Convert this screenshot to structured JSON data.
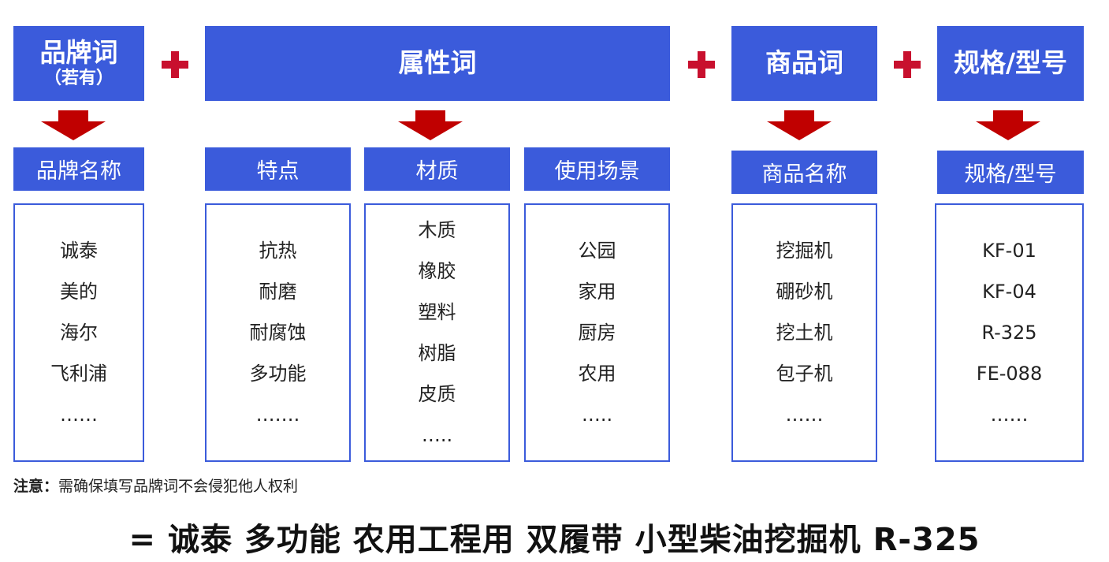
{
  "headers": {
    "brand": {
      "title": "品牌词",
      "sub": "（若有）"
    },
    "attribute": {
      "title": "属性词"
    },
    "product": {
      "title": "商品词"
    },
    "spec": {
      "title": "规格/型号"
    }
  },
  "categories": {
    "brand_name": "品牌名称",
    "feature": "特点",
    "material": "材质",
    "scenario": "使用场景",
    "product_name": "商品名称",
    "spec_model": "规格/型号"
  },
  "lists": {
    "brand": [
      "诚泰",
      "美的",
      "海尔",
      "飞利浦",
      "……"
    ],
    "feature": [
      "抗热",
      "耐磨",
      "耐腐蚀",
      "多功能",
      "……."
    ],
    "material": [
      "木质",
      "橡胶",
      "塑料",
      "树脂",
      "皮质",
      "….."
    ],
    "scenario": [
      "公园",
      "家用",
      "厨房",
      "农用",
      "….."
    ],
    "product": [
      "挖掘机",
      "硼砂机",
      "挖土机",
      "包子机",
      "……"
    ],
    "spec": [
      "KF-01",
      "KF-04",
      "R-325",
      "FE-088",
      "……"
    ]
  },
  "note": {
    "label": "注意：",
    "text": "需确保填写品牌词不会侵犯他人权利"
  },
  "result": "= 诚泰 多功能 农用工程用 双履带 小型柴油挖掘机 R-325"
}
